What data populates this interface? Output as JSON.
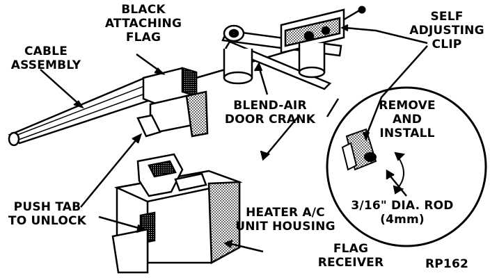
{
  "labels": {
    "black_flag": [
      "BLACK",
      "ATTACHING",
      "FLAG"
    ],
    "cable_assembly": [
      "CABLE",
      "ASSEMBLY"
    ],
    "self_adjusting_clip": [
      "SELF",
      "ADJUSTING",
      "CLIP"
    ],
    "blend_air": [
      "BLEND-AIR",
      "DOOR CRANK"
    ],
    "remove_install": [
      "REMOVE",
      "AND",
      "INSTALL"
    ],
    "rod": [
      "3/16\" DIA. ROD",
      "(4mm)"
    ],
    "push_tab": [
      "PUSH TAB",
      "TO UNLOCK"
    ],
    "heater_housing": [
      "HEATER A/C",
      "UNIT HOUSING"
    ],
    "flag_receiver": [
      "FLAG",
      "RECEIVER"
    ],
    "figure_code": "RP162"
  }
}
